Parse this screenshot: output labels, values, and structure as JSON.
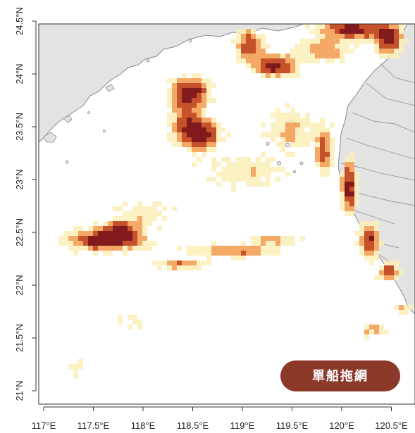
{
  "map": {
    "x_axis": {
      "ticks": [
        117.0,
        117.5,
        118.0,
        118.5,
        119.0,
        119.5,
        120.0,
        120.5
      ],
      "labels": [
        "117°E",
        "117.5°E",
        "118°E",
        "118.5°E",
        "119°E",
        "119.5°E",
        "120°E",
        "120.5°E"
      ]
    },
    "y_axis": {
      "ticks": [
        21.0,
        21.5,
        22.0,
        22.5,
        23.0,
        23.5,
        24.0,
        24.5
      ],
      "labels": [
        "21°N",
        "21.5°N",
        "22°N",
        "22.5°N",
        "23°N",
        "23.5°N",
        "24°N",
        "24.5°N"
      ]
    },
    "legend_badge": {
      "label": "單船拖網",
      "color": "#8b3a2a"
    },
    "colors": {
      "land": "#e3e3e3",
      "coast": "#888888",
      "sea": "#ffffff",
      "heat_low": "#fbeeb8",
      "heat_mid": "#f3a55e",
      "heat_high": "#c2491f",
      "heat_max": "#7a0e10"
    }
  }
}
